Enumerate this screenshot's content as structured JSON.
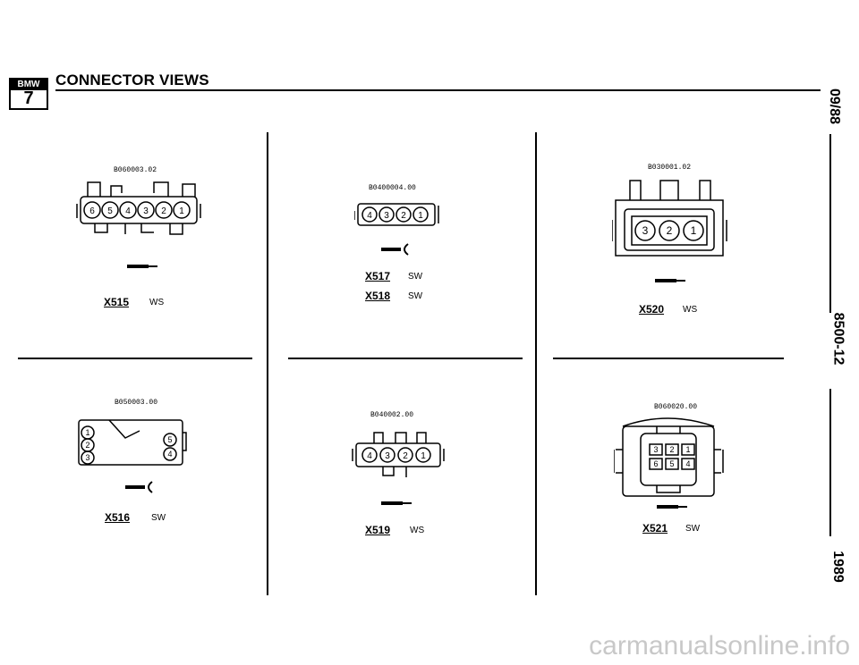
{
  "header": {
    "logo_top": "BMW",
    "logo_num": "7",
    "title": "CONNECTOR VIEWS"
  },
  "side": {
    "date": "09/88",
    "page": "8500-12",
    "year": "1989"
  },
  "connectors": [
    {
      "code": "B060003.02",
      "id": "X515",
      "color": "WS",
      "pins": [
        "6",
        "5",
        "4",
        "3",
        "2",
        "1"
      ]
    },
    {
      "code": "B0400004.00",
      "id": "X517",
      "color": "SW",
      "id2": "X518",
      "color2": "SW",
      "pins": [
        "4",
        "3",
        "2",
        "1"
      ]
    },
    {
      "code": "B030001.02",
      "id": "X520",
      "color": "WS",
      "pins": [
        "3",
        "2",
        "1"
      ]
    },
    {
      "code": "B050003.00",
      "id": "X516",
      "color": "SW",
      "pins": [
        "1",
        "2",
        "3",
        "5",
        "4"
      ]
    },
    {
      "code": "B040002.00",
      "id": "X519",
      "color": "WS",
      "pins": [
        "4",
        "3",
        "2",
        "1"
      ]
    },
    {
      "code": "B060020.00",
      "id": "X521",
      "color": "SW",
      "pins": [
        "3",
        "2",
        "1",
        "6",
        "5",
        "4"
      ]
    }
  ],
  "watermark": "carmanualsonline.info"
}
